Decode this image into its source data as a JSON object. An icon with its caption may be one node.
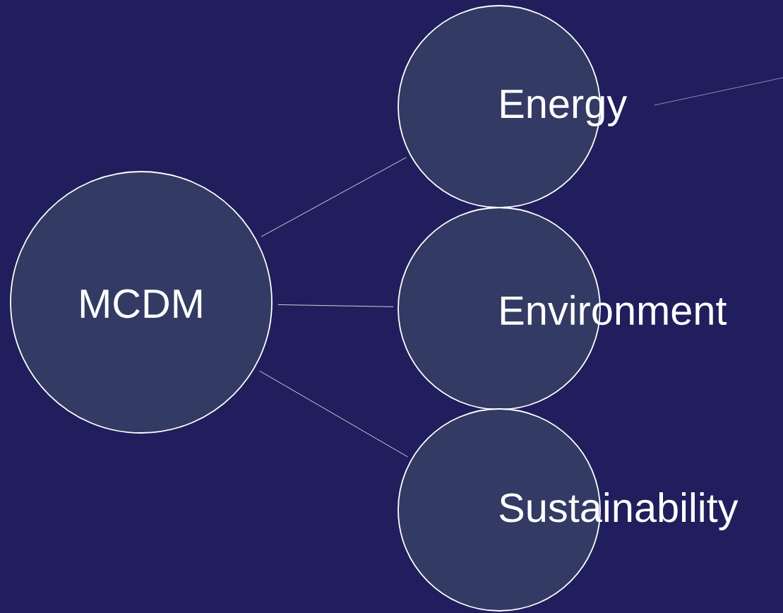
{
  "diagram": {
    "nodes": [
      {
        "text": [
          "MCDM"
        ]
      },
      {
        "text": [
          "Energy"
        ]
      },
      {
        "text": [
          "Environment"
        ]
      },
      {
        "text": [
          "Sustainability"
        ]
      }
    ],
    "edges": [
      {
        "from": 0,
        "to": 1,
        "arrow": "none"
      },
      {
        "from": 0,
        "to": 2,
        "arrow": "none"
      },
      {
        "from": 0,
        "to": 3,
        "arrow": "none"
      },
      {
        "from": 1,
        "to": null,
        "arrow": "none",
        "color": "#8a8db5"
      }
    ]
  }
}
